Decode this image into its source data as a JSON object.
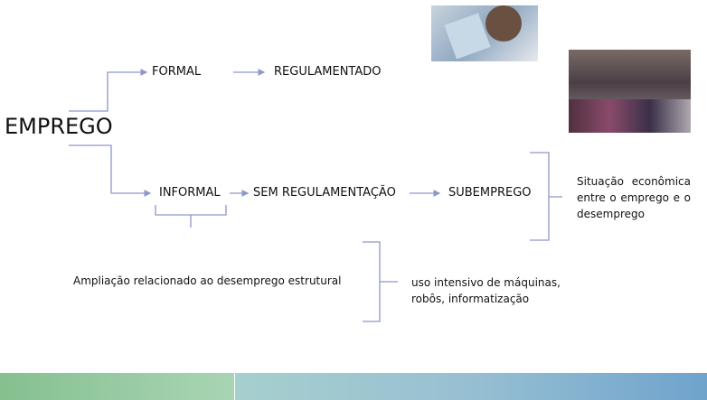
{
  "root": "EMPREGO",
  "formal": {
    "label": "FORMAL",
    "next": "REGULAMENTADO"
  },
  "informal": {
    "label": "INFORMAL",
    "next": "SEM REGULAMENTAÇÃO",
    "then": "SUBEMPREGO"
  },
  "subemprego_note": "Situação econômica entre o emprego e o desemprego",
  "informal_note": "Ampliação relacionado ao desemprego estrutural",
  "cause_note": "uso intensivo de máquinas, robôs, informatização",
  "images": [
    "work-card-photo",
    "street-vendors-photo"
  ],
  "colors": {
    "line": "#8f96c9",
    "bar_green": "#8fc59a",
    "bar_blue": "#7eaed0"
  }
}
